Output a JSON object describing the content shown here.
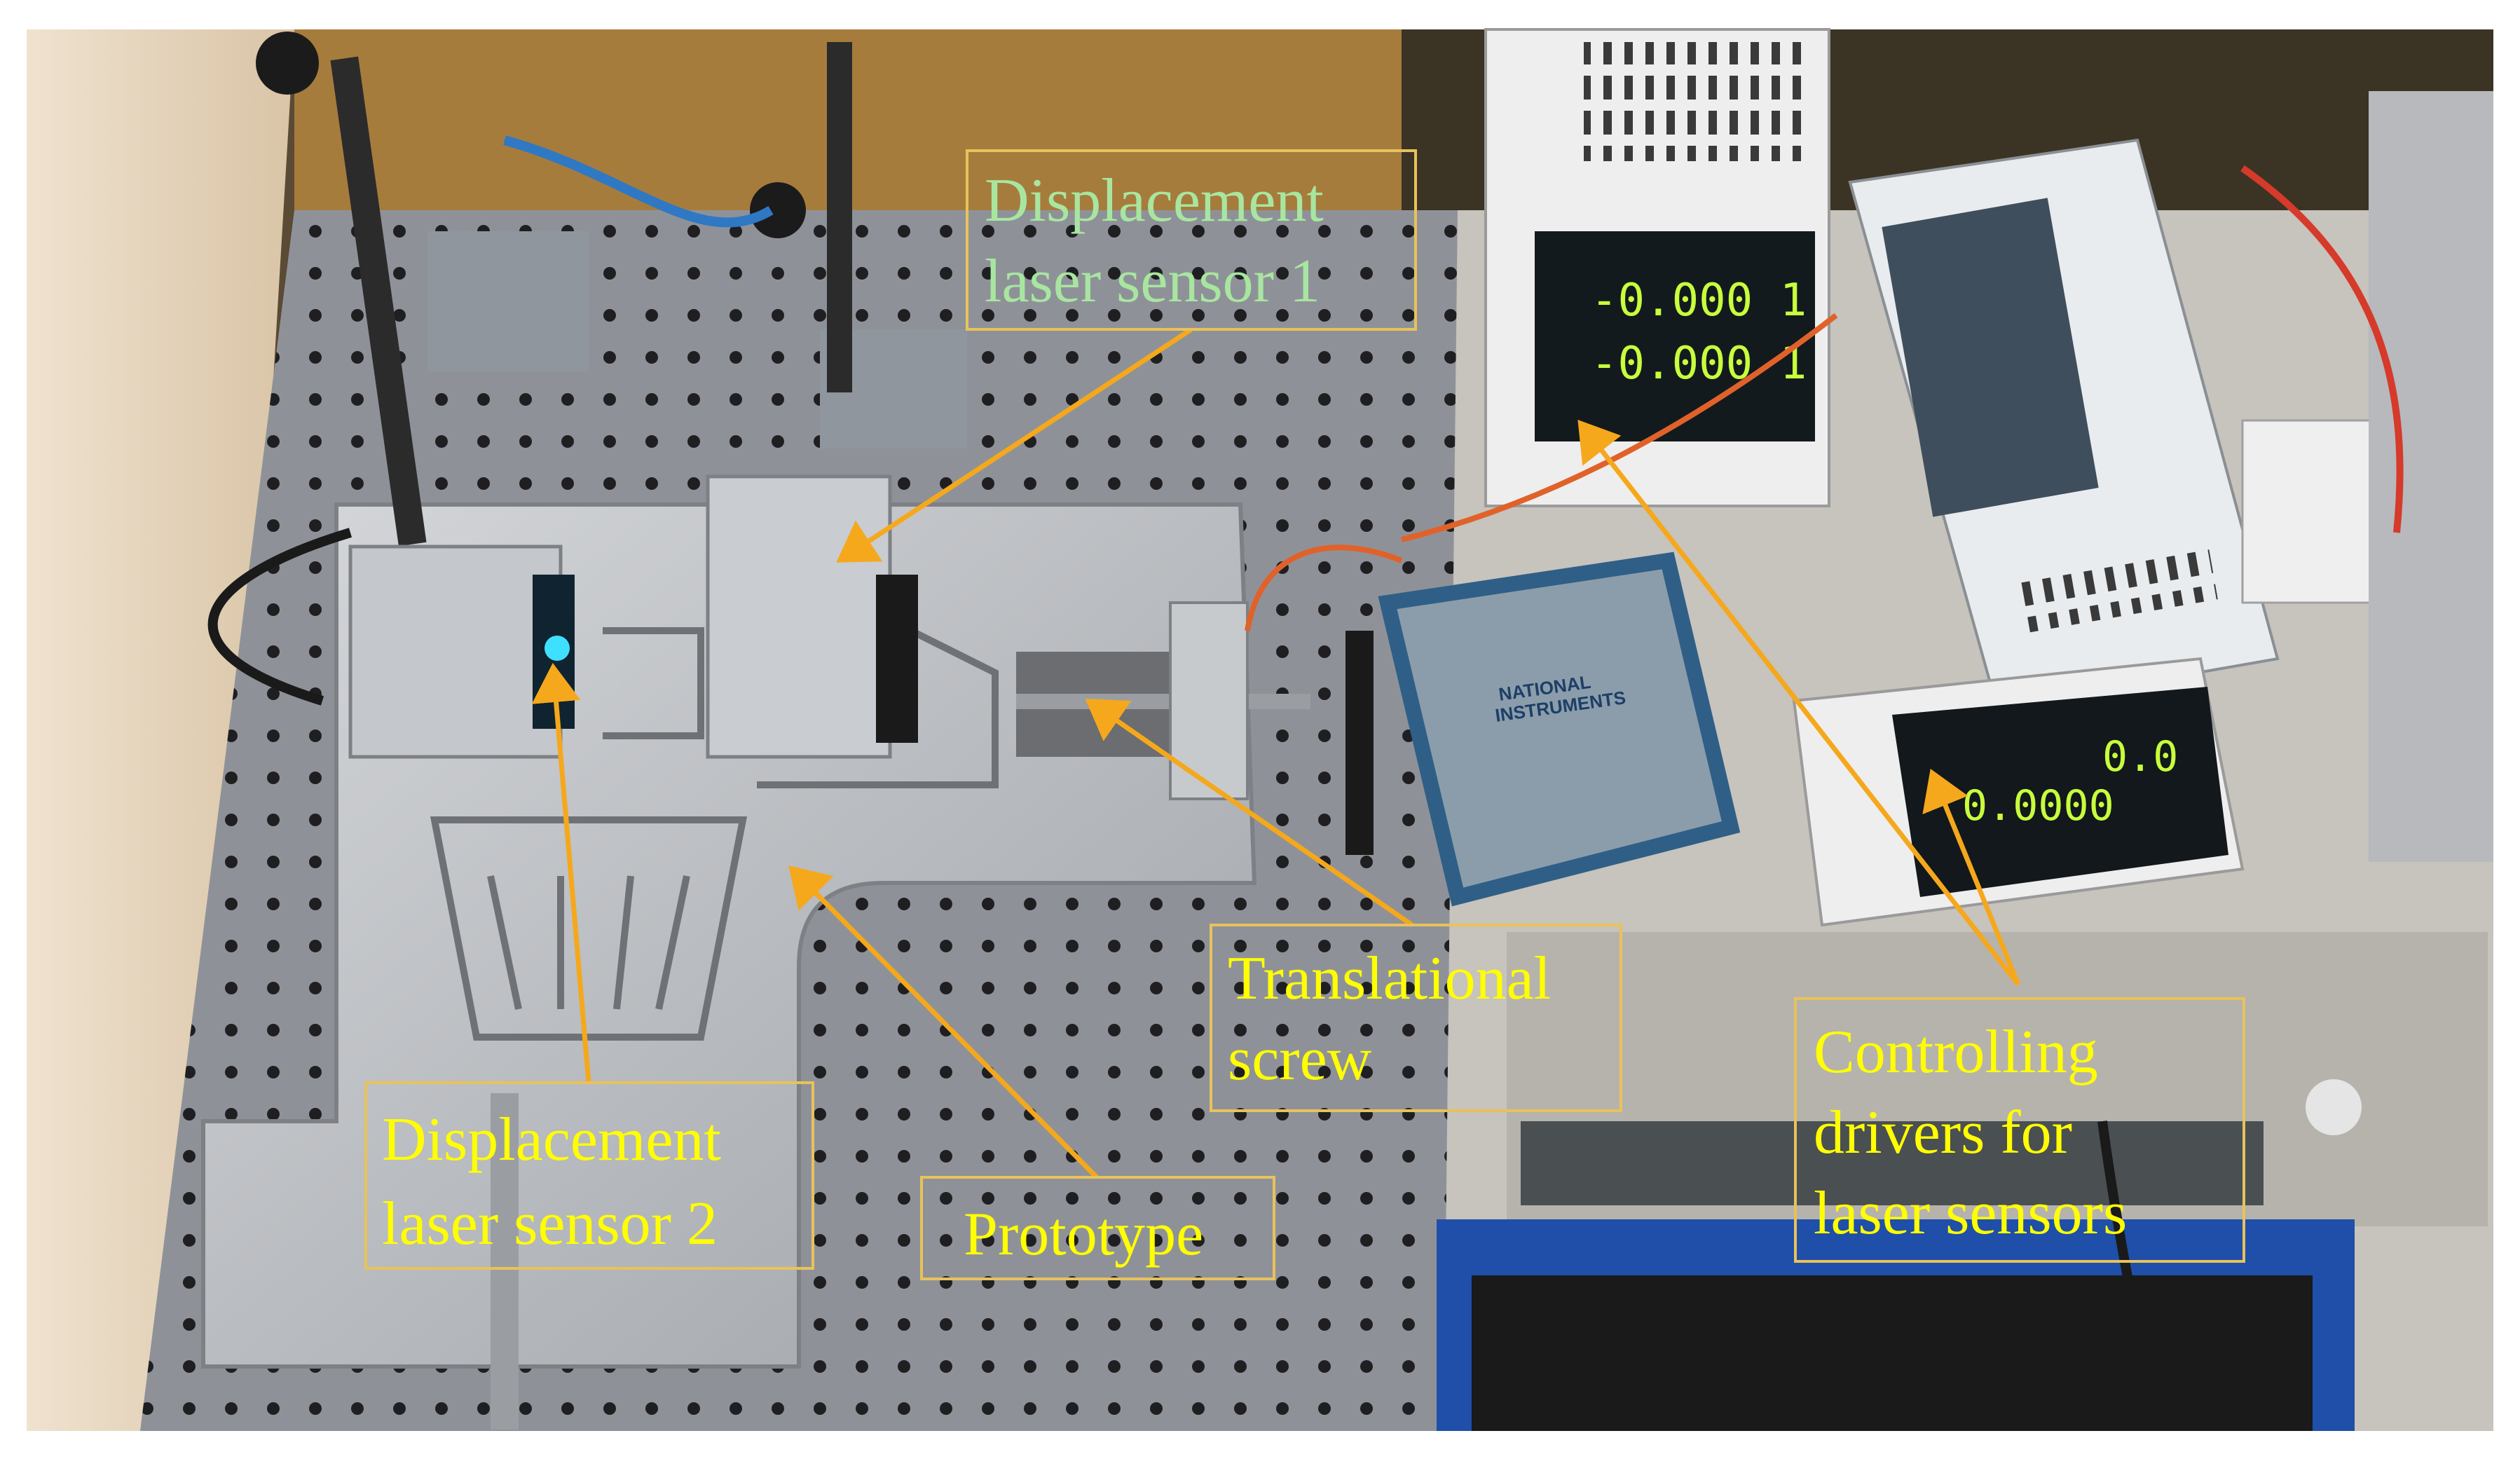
{
  "colors": {
    "label_yellow": "#ffff00",
    "label_green": "#a8e6a0",
    "arrow_orange": "#f5a81c",
    "box_border": "#e8c25a"
  },
  "labels": {
    "sensor1_line1": "Displacement",
    "sensor1_line2": "laser sensor 1",
    "sensor2_line1": "Displacement",
    "sensor2_line2": "laser sensor 2",
    "screw_line1": "Translational",
    "screw_line2": "screw",
    "prototype": "Prototype",
    "drivers_line1": "Controlling",
    "drivers_line2": "drivers for",
    "drivers_line3": "laser sensors"
  },
  "devices": {
    "daq_brand_line1": "NATIONAL",
    "daq_brand_line2": "INSTRUMENTS",
    "driver1_readout_top": "-0.000 1",
    "driver1_readout_bottom": "-0.000 1",
    "driver2_readout_top": "0.0",
    "driver2_readout_bottom": "0.0000"
  }
}
